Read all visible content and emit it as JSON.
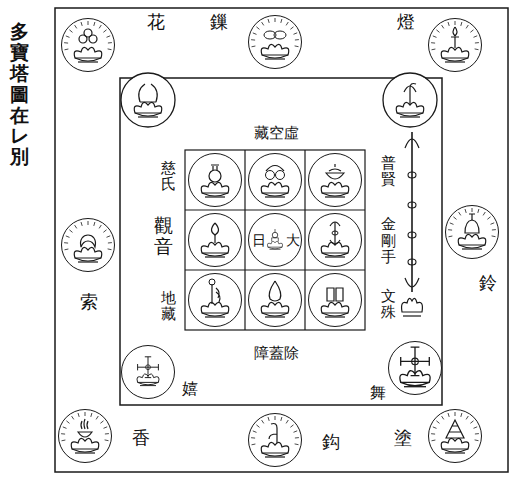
{
  "diagram": {
    "title": "多寶塔圖在レ別",
    "nodes": [
      {
        "text": [
          "花"
        ]
      },
      {
        "text": [
          "鏁"
        ]
      },
      {
        "text": [
          "燈"
        ]
      },
      {
        "text": [
          "慈氏"
        ]
      },
      {
        "text": [
          "虛空藏"
        ]
      },
      {
        "text": [
          "普賢"
        ]
      },
      {
        "text": [
          "索"
        ]
      },
      {
        "text": [
          "觀音"
        ]
      },
      {
        "text": [
          "大日"
        ]
      },
      {
        "text": [
          "金剛手"
        ]
      },
      {
        "text": [
          "鈴"
        ]
      },
      {
        "text": [
          "地藏"
        ]
      },
      {
        "text": [
          "除蓋障"
        ]
      },
      {
        "text": [
          "文殊"
        ]
      },
      {
        "text": [
          "嬉"
        ]
      },
      {
        "text": [
          "舞"
        ]
      },
      {
        "text": [
          "香"
        ]
      },
      {
        "text": [
          "鈎"
        ]
      },
      {
        "text": [
          "塗"
        ]
      }
    ]
  }
}
